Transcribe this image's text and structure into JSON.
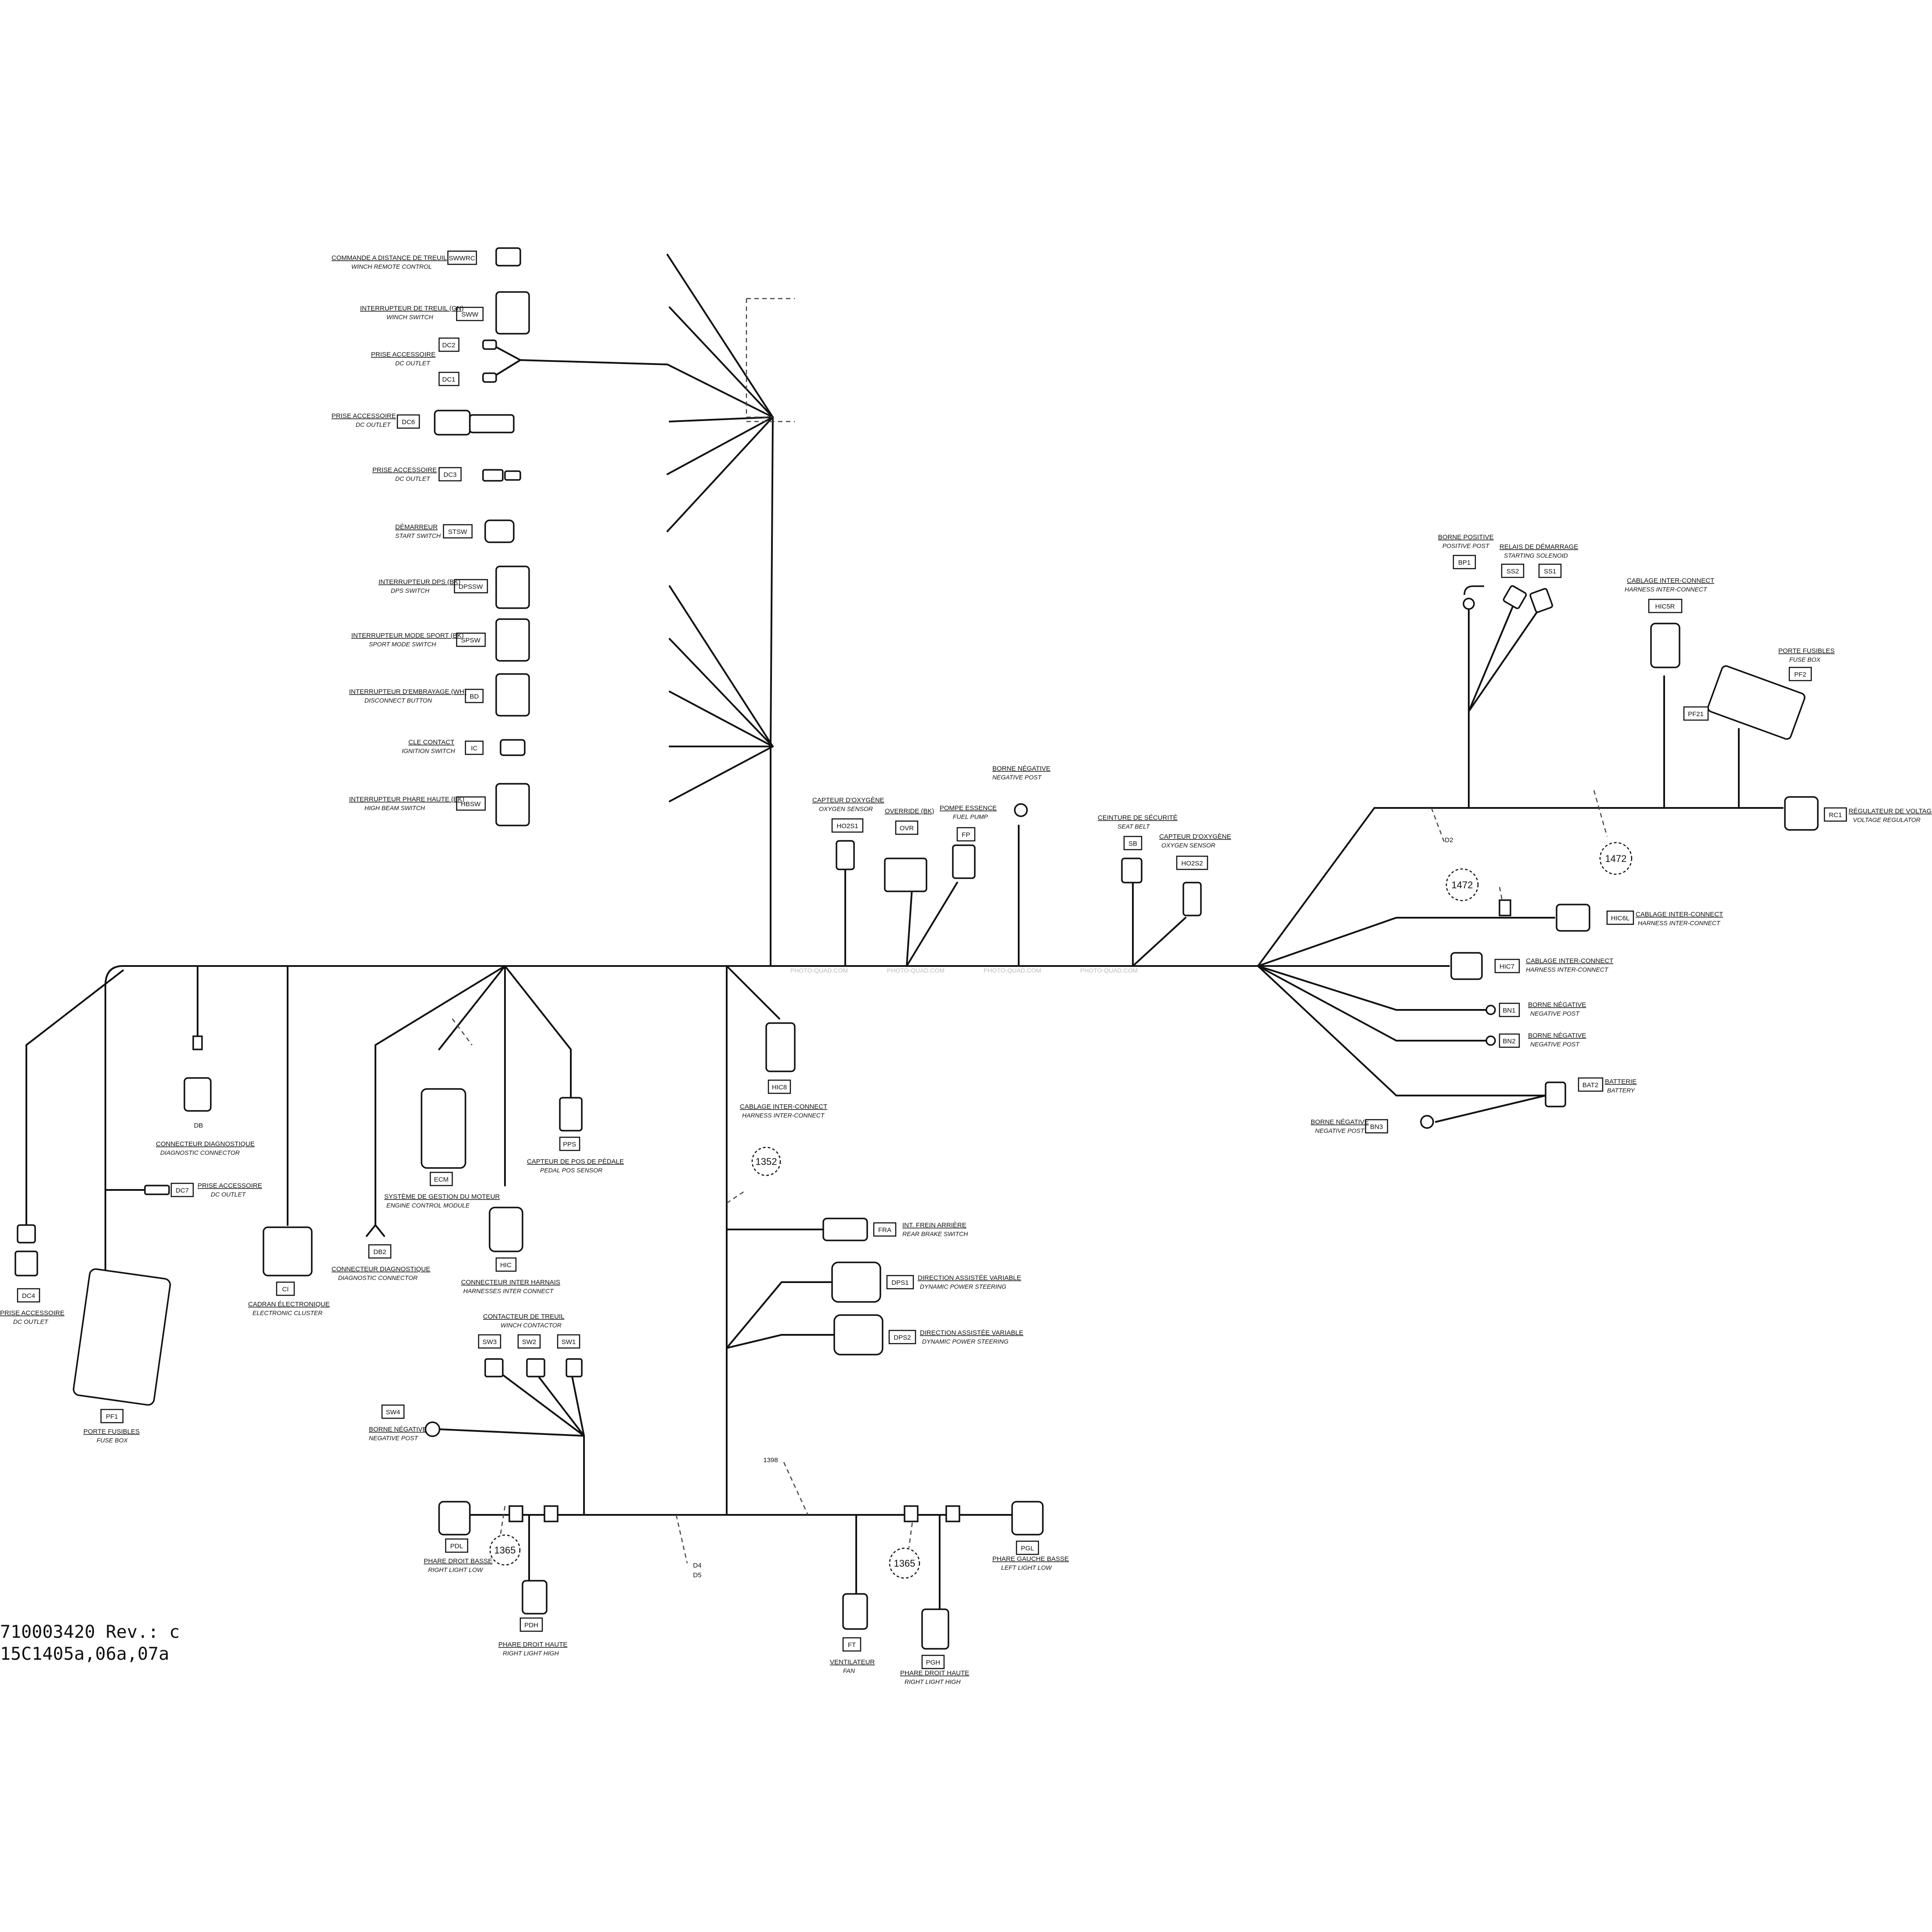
{
  "document": {
    "part_number": "710003420 Rev.: c",
    "figure_codes": "15C1405a,06a,07a",
    "watermark": "PHOTO-QUAD.COM"
  },
  "callouts": [
    "1352",
    "1365",
    "1365",
    "1398",
    "1472",
    "1472"
  ],
  "branch_markers": [
    "D2",
    "D4",
    "D5"
  ],
  "components": [
    {
      "code": "SWWRC",
      "fr": "COMMANDE A DISTANCE DE TREUIL",
      "en": "WINCH REMOTE CONTROL"
    },
    {
      "code": "SWW",
      "fr": "INTERRUPTEUR DE TREUIL (GN)",
      "en": "WINCH SWITCH"
    },
    {
      "code": "DC2",
      "fr": "",
      "en": ""
    },
    {
      "code": "DC1",
      "fr": "PRISE ACCESSOIRE",
      "en": "DC OUTLET"
    },
    {
      "code": "DC6",
      "fr": "PRISE ACCESSOIRE",
      "en": "DC OUTLET"
    },
    {
      "code": "DC3",
      "fr": "PRISE ACCESSOIRE",
      "en": "DC OUTLET"
    },
    {
      "code": "STSW",
      "fr": "DÉMARREUR",
      "en": "START SWITCH"
    },
    {
      "code": "DPSSW",
      "fr": "INTERRUPTEUR DPS (BK)",
      "en": "DPS SWITCH"
    },
    {
      "code": "SPSW",
      "fr": "INTERRUPTEUR MODE SPORT (BK)",
      "en": "SPORT MODE SWITCH"
    },
    {
      "code": "BD",
      "fr": "INTERRUPTEUR D'EMBRAYAGE (WH)",
      "en": "DISCONNECT BUTTON"
    },
    {
      "code": "IC",
      "fr": "CLE CONTACT",
      "en": "IGNITION SWITCH"
    },
    {
      "code": "HBSW",
      "fr": "INTERRUPTEUR PHARE HAUTE (BK)",
      "en": "HIGH BEAM SWITCH"
    },
    {
      "code": "HO2S1",
      "fr": "CAPTEUR D'OXYGÈNE",
      "en": "OXYGEN SENSOR"
    },
    {
      "code": "OVR",
      "fr": "OVERRIDE (BK)",
      "en": ""
    },
    {
      "code": "FP",
      "fr": "POMPE ESSENCE",
      "en": "FUEL PUMP"
    },
    {
      "code": "",
      "fr": "BORNE NÉGATIVE",
      "en": "NEGATIVE POST"
    },
    {
      "code": "SB",
      "fr": "CEINTURE DE SÉCURITÉ",
      "en": "SEAT BELT"
    },
    {
      "code": "HO2S2",
      "fr": "CAPTEUR D'OXYGÈNE",
      "en": "OXYGEN SENSOR"
    },
    {
      "code": "BP1",
      "fr": "BORNE POSITIVE",
      "en": "POSITIVE POST"
    },
    {
      "code": "SS2",
      "fr": "RELAIS DE DÉMARRAGE",
      "en": "STARTING SOLENOID"
    },
    {
      "code": "SS1",
      "fr": "",
      "en": ""
    },
    {
      "code": "HIC5R",
      "fr": "CABLAGE INTER-CONNECT",
      "en": "HARNESS INTER-CONNECT"
    },
    {
      "code": "PF2",
      "fr": "PORTE FUSIBLES",
      "en": "FUSE BOX"
    },
    {
      "code": "PF21",
      "fr": "",
      "en": ""
    },
    {
      "code": "RC1",
      "fr": "RÉGULATEUR DE VOLTAGE",
      "en": "VOLTAGE REGULATOR"
    },
    {
      "code": "HIC6L",
      "fr": "CABLAGE INTER-CONNECT",
      "en": "HARNESS INTER-CONNECT"
    },
    {
      "code": "HIC7",
      "fr": "CABLAGE INTER-CONNECT",
      "en": "HARNESS INTER-CONNECT"
    },
    {
      "code": "BN1",
      "fr": "BORNE NÉGATIVE",
      "en": "NEGATIVE POST"
    },
    {
      "code": "BN2",
      "fr": "BORNE NÉGATIVE",
      "en": "NEGATIVE POST"
    },
    {
      "code": "BAT2",
      "fr": "BATTERIE",
      "en": "BATTERY"
    },
    {
      "code": "BN3",
      "fr": "BORNE NÉGATIVE",
      "en": "NEGATIVE POST"
    },
    {
      "code": "DB",
      "fr": "CONNECTEUR DIAGNOSTIQUE",
      "en": "DIAGNOSTIC CONNECTOR"
    },
    {
      "code": "DC7",
      "fr": "PRISE ACCESSOIRE",
      "en": "DC OUTLET"
    },
    {
      "code": "DC4",
      "fr": "PRISE ACCESSOIRE",
      "en": "DC OUTLET"
    },
    {
      "code": "PF1",
      "fr": "PORTE FUSIBLES",
      "en": "FUSE BOX"
    },
    {
      "code": "CI",
      "fr": "CADRAN ÉLECTRONIQUE",
      "en": "ELECTRONIC CLUSTER"
    },
    {
      "code": "DB2",
      "fr": "CONNECTEUR DIAGNOSTIQUE",
      "en": "DIAGNOSTIC CONNECTOR"
    },
    {
      "code": "ECM",
      "fr": "SYSTÈME DE GESTION DU MOTEUR",
      "en": "ENGINE CONTROL MODULE"
    },
    {
      "code": "HIC",
      "fr": "CONNECTEUR INTER HARNAIS",
      "en": "HARNESSES INTER CONNECT"
    },
    {
      "code": "PPS",
      "fr": "CAPTEUR DE POS DE PÉDALE",
      "en": "PEDAL POS SENSOR"
    },
    {
      "code": "HIC8",
      "fr": "CABLAGE INTER-CONNECT",
      "en": "HARNESS INTER-CONNECT"
    },
    {
      "code": "FRA",
      "fr": "INT. FREIN ARRIÈRE",
      "en": "REAR BRAKE SWITCH"
    },
    {
      "code": "DPS1",
      "fr": "DIRECTION ASSISTÉE VARIABLE",
      "en": "DYNAMIC POWER STEERING"
    },
    {
      "code": "DPS2",
      "fr": "DIRECTION ASSISTÉE VARIABLE",
      "en": "DYNAMIC POWER STEERING"
    },
    {
      "code": "SW3",
      "fr": "CONTACTEUR DE TREUIL",
      "en": "WINCH CONTACTOR"
    },
    {
      "code": "SW2",
      "fr": "",
      "en": ""
    },
    {
      "code": "SW1",
      "fr": "",
      "en": ""
    },
    {
      "code": "SW4",
      "fr": "BORNE NÉGATIVE",
      "en": "NEGATIVE POST"
    },
    {
      "code": "PDL",
      "fr": "PHARE DROIT BASSE",
      "en": "RIGHT LIGHT LOW"
    },
    {
      "code": "PDH",
      "fr": "PHARE DROIT HAUTE",
      "en": "RIGHT LIGHT HIGH"
    },
    {
      "code": "FT",
      "fr": "VENTILATEUR",
      "en": "FAN"
    },
    {
      "code": "PGH",
      "fr": "PHARE DROIT HAUTE",
      "en": "RIGHT LIGHT HIGH"
    },
    {
      "code": "PGL",
      "fr": "PHARE GAUCHE BASSE",
      "en": "LEFT LIGHT LOW"
    }
  ]
}
